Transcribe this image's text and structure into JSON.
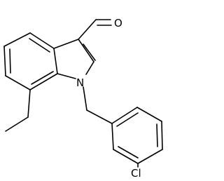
{
  "molecule": {
    "atoms": {
      "O": "O",
      "N": "N",
      "Cl": "Cl"
    }
  }
}
